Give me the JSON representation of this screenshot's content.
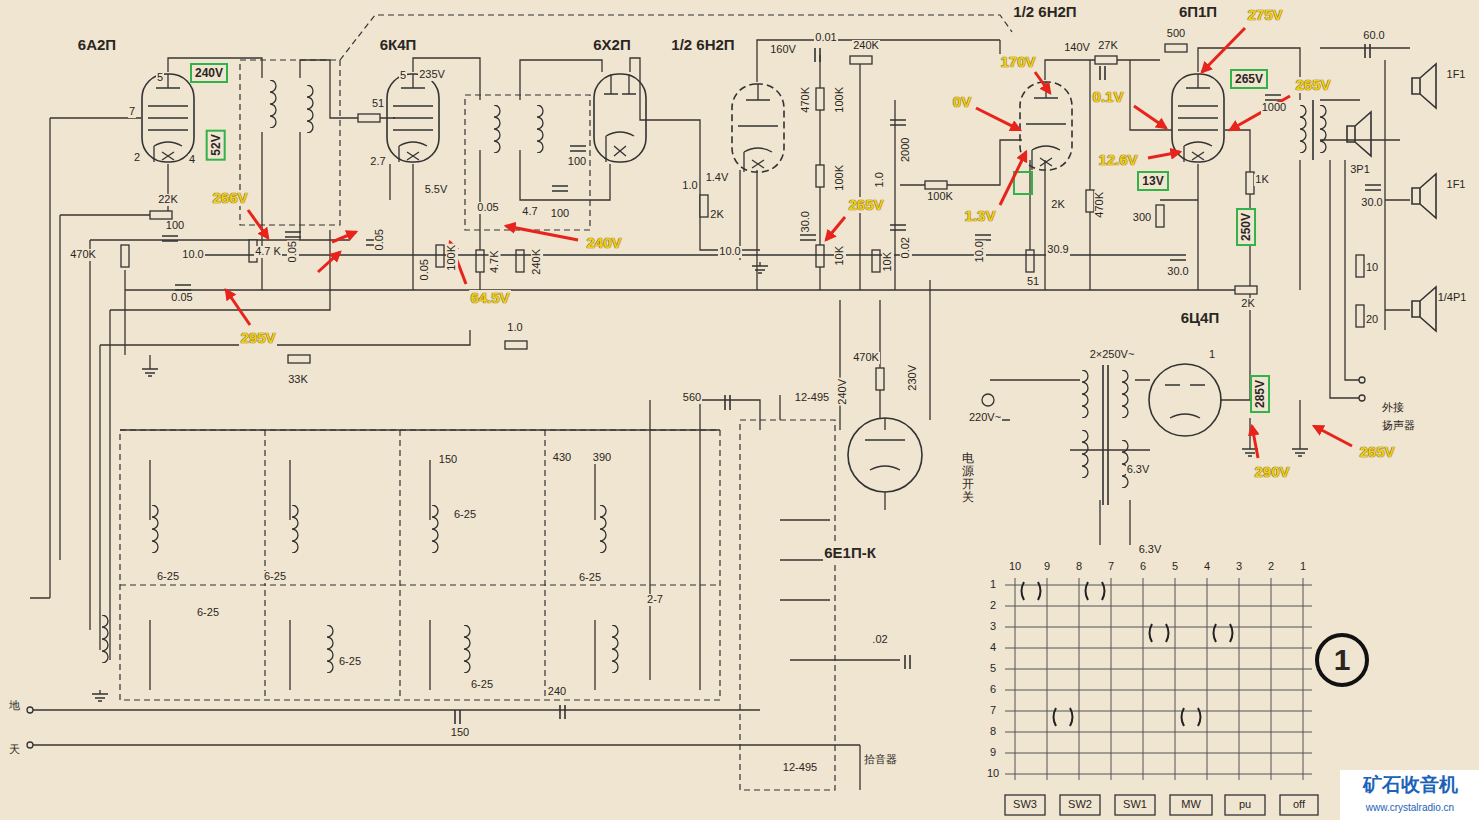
{
  "diagram": {
    "nodes": [
      {
        "text": [
          "240V"
        ]
      },
      {
        "text": [
          "52V"
        ]
      },
      {
        "text": [
          "13V"
        ]
      },
      {
        "text": [
          "265V"
        ]
      },
      {
        "text": [
          "250V"
        ]
      },
      {
        "text": [
          "285V"
        ]
      },
      {
        "text": [
          "1"
        ]
      }
    ],
    "labels": [
      "6А2П",
      "6К4П",
      "6Х2П",
      "1/2 6Н2П",
      "1/2 6Н2П",
      "6П1П",
      "6Ц4П",
      "6Е1П-К",
      "5",
      "7",
      "2",
      "4",
      "22K",
      "100",
      "470K",
      "10.0",
      "0.05",
      "4.7 K",
      "0.05",
      "51",
      "0.05",
      "235V",
      "5",
      "2.7",
      "5.5V",
      "0.05",
      "0.05",
      "100K",
      "4.7K",
      "4.7",
      "240K",
      "100",
      "100",
      "1.0",
      "33K",
      "160V",
      "0.01",
      "240K",
      "1.4V",
      "1.0",
      "2K",
      "10.0",
      "470K",
      "100K",
      "100K",
      "30.0",
      "10K",
      "2000",
      "1.0",
      "0.02",
      "10K",
      "100K",
      "140V",
      "10.0",
      "2K",
      "30.9",
      "51",
      "27K",
      "500",
      "470K",
      "300",
      "30.0",
      "1000",
      "1K",
      "2K",
      "60.0",
      "3P1",
      "1F1",
      "1F1",
      "30.0",
      "1/4P1",
      "10",
      "20",
      "2×250V~",
      "1",
      "220V~",
      "6.3V",
      "6.3V",
      "外接",
      "扬声器",
      "电源开关",
      "470K",
      "240V",
      "230V",
      "560",
      "12-495",
      "150",
      "430",
      "390",
      "6-25",
      "6-25",
      "6-25",
      "6-25",
      "6-25",
      "6-25",
      "6-25",
      "2-7",
      ".02",
      "240",
      "150",
      "12-495",
      "拾音器",
      "地",
      "天",
      "SW3",
      "SW2",
      "SW1",
      "MW",
      "pu",
      "off",
      "10",
      "9",
      "8",
      "7",
      "6",
      "5",
      "4",
      "3",
      "2",
      "1",
      "1",
      "2",
      "3",
      "4",
      "5",
      "6",
      "7",
      "8",
      "9",
      "10",
      "266V",
      "295V",
      "64.5V",
      "240V",
      "265V",
      "170V",
      "0V",
      "1.3V",
      "275V",
      "0.1V",
      "12.6V",
      "265V",
      "290V",
      "265V",
      "矿石收音机",
      "www.crystalradio.cn"
    ]
  }
}
